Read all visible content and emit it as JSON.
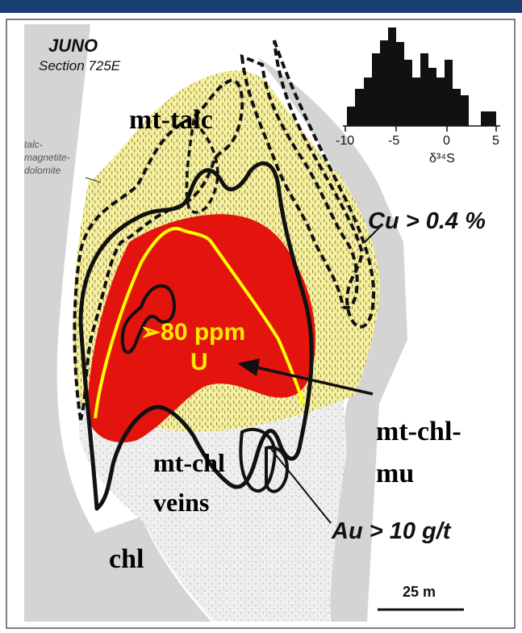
{
  "header": {
    "title": "JUNO",
    "subtitle": "Section 725E"
  },
  "legend_note": {
    "line1": "talc-",
    "line2": "magnetite-",
    "line3": "dolomite"
  },
  "zones": {
    "mt_talc": "mt-talc",
    "mt_chl_veins_1": "mt-chl",
    "mt_chl_veins_2": "veins",
    "chl": "chl",
    "mt_chl_mu_1": "mt-chl-",
    "mt_chl_mu_2": "mu"
  },
  "thresholds": {
    "cu": "Cu > 0.4 %",
    "au": "Au > 10 g/t"
  },
  "uranium": {
    "line1": "➢80 ppm",
    "line2": "U"
  },
  "scale_bar": {
    "label": "25 m"
  },
  "histogram": {
    "xlabel": "δ³⁴S",
    "ticks": [
      "-10",
      "-5",
      "0",
      "5"
    ],
    "x_range": [
      -10,
      5
    ]
  },
  "colors": {
    "header_bar": "#1c3f73",
    "host_gray": "#d4d4d4",
    "talc_yellow": "#f6ef9c",
    "uranium_red": "#e3140d",
    "u_outline_yellow": "#ffff00",
    "u_text_yellow": "#ffe800"
  }
}
